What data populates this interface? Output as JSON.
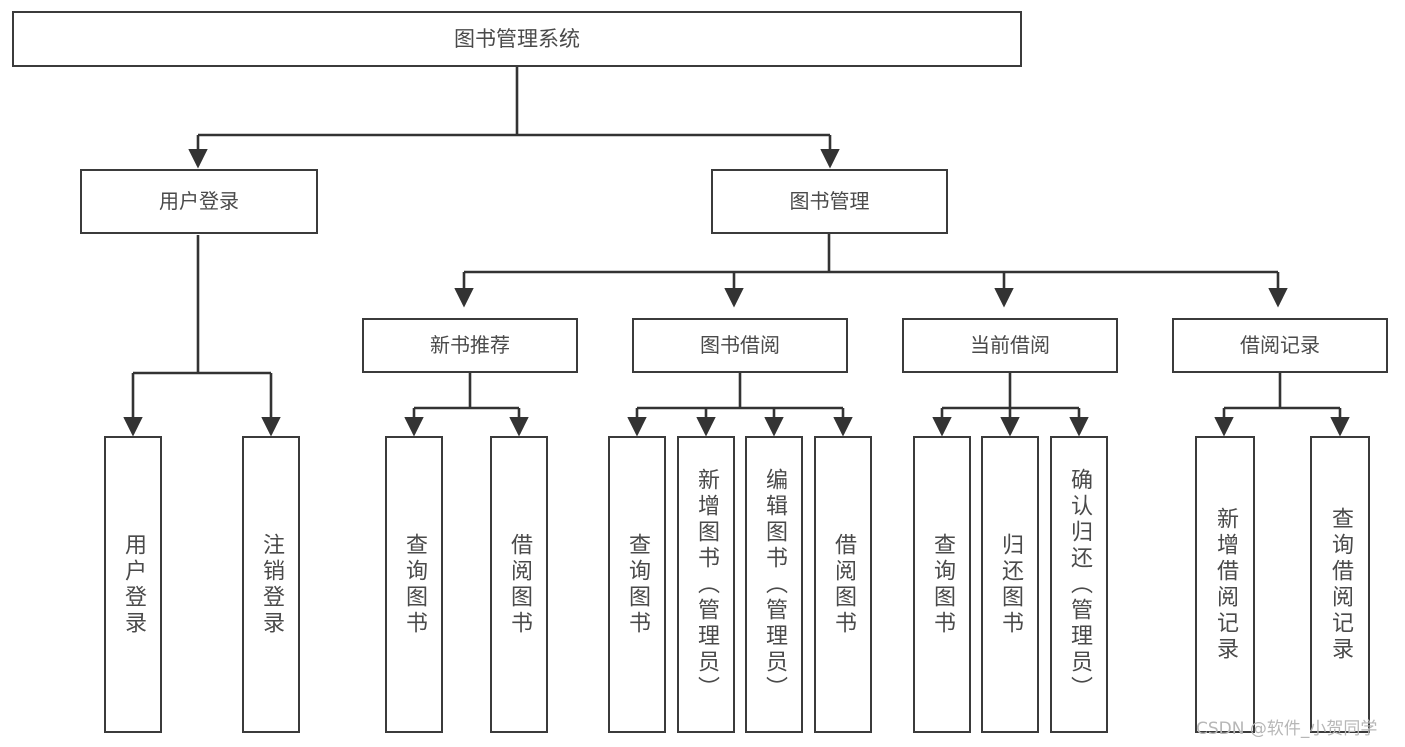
{
  "diagram": {
    "title": "图书管理系统",
    "type": "tree-hierarchy-diagram",
    "orientation": "top-down",
    "edge_style": "orthogonal-elbow-with-arrowhead",
    "colors": {
      "box_border": "#3b3b3b",
      "box_fill": "#ffffff",
      "text": "#4a4a4a",
      "connector": "#333333",
      "background": "#ffffff",
      "watermark": "#b7b7b7"
    },
    "root": {
      "id": "root",
      "label": "图书管理系统"
    },
    "level1": [
      {
        "id": "user-login",
        "label": "用户登录"
      },
      {
        "id": "book-management",
        "label": "图书管理"
      }
    ],
    "level2": [
      {
        "id": "new-book-recommend",
        "label": "新书推荐",
        "parent": "book-management"
      },
      {
        "id": "book-borrow",
        "label": "图书借阅",
        "parent": "book-management"
      },
      {
        "id": "current-borrow",
        "label": "当前借阅",
        "parent": "book-management"
      },
      {
        "id": "borrow-record",
        "label": "借阅记录",
        "parent": "book-management"
      }
    ],
    "leaves": {
      "user-login": [
        {
          "id": "leaf-user-login",
          "label": "用户登录"
        },
        {
          "id": "leaf-user-logout",
          "label": "注销登录"
        }
      ],
      "new-book-recommend": [
        {
          "id": "leaf-query-book-1",
          "label": "查询图书"
        },
        {
          "id": "leaf-borrow-book-1",
          "label": "借阅图书"
        }
      ],
      "book-borrow": [
        {
          "id": "leaf-query-book-2",
          "label": "查询图书"
        },
        {
          "id": "leaf-add-book",
          "label": "新增图书（管理员）"
        },
        {
          "id": "leaf-edit-book",
          "label": "编辑图书（管理员）"
        },
        {
          "id": "leaf-borrow-book-2",
          "label": "借阅图书"
        }
      ],
      "current-borrow": [
        {
          "id": "leaf-query-book-3",
          "label": "查询图书"
        },
        {
          "id": "leaf-return-book",
          "label": "归还图书"
        },
        {
          "id": "leaf-confirm-return",
          "label": "确认归还（管理员）"
        }
      ],
      "borrow-record": [
        {
          "id": "leaf-add-record",
          "label": "新增借阅记录"
        },
        {
          "id": "leaf-query-record",
          "label": "查询借阅记录"
        }
      ]
    }
  },
  "watermark": {
    "text": "CSDN @软件_小贺同学"
  }
}
